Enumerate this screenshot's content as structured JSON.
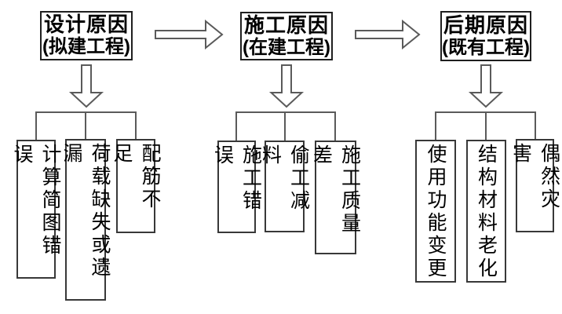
{
  "groups": [
    {
      "stage": {
        "title": "设计原因",
        "subtitle": "(拟建工程)"
      },
      "causes": [
        "计算简图错误",
        "荷载缺失或遗漏",
        "配筋不足"
      ]
    },
    {
      "stage": {
        "title": "施工原因",
        "subtitle": "(在建工程)"
      },
      "causes": [
        "施工错误",
        "偷工减料",
        "施工质量差"
      ]
    },
    {
      "stage": {
        "title": "后期原因",
        "subtitle": "(既有工程)"
      },
      "causes": [
        "使用功能变更",
        "结构材料老化",
        "偶然灾害"
      ]
    }
  ],
  "icons": {
    "flow_arrow": "right-arrow",
    "branch_arrow": "down-arrow"
  },
  "colors": {
    "background": "#ffffff",
    "stage_border": "#1f1f1f",
    "cause_border": "#383838",
    "connector": "#5a5a5a",
    "text": "#000000"
  }
}
